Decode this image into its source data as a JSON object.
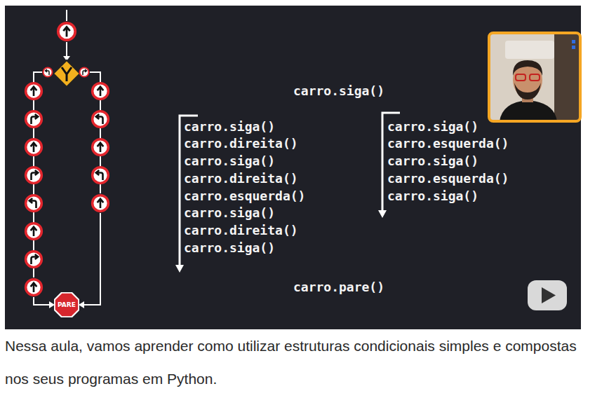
{
  "diagram": {
    "caption": "Nessa aula, vamos aprender como utilizar estruturas condicionais simples e compostas nos seus programas em Python.",
    "nodes": [
      {
        "text": [
          "PARE"
        ]
      }
    ],
    "labels": [
      "carro.siga()",
      "carro.siga()",
      "carro.direita()",
      "carro.siga()",
      "carro.direita()",
      "carro.esquerda()",
      "carro.siga()",
      "carro.direita()",
      "carro.siga()",
      "carro.siga()",
      "carro.esquerda()",
      "carro.siga()",
      "carro.esquerda()",
      "carro.siga()",
      "carro.pare()"
    ]
  }
}
